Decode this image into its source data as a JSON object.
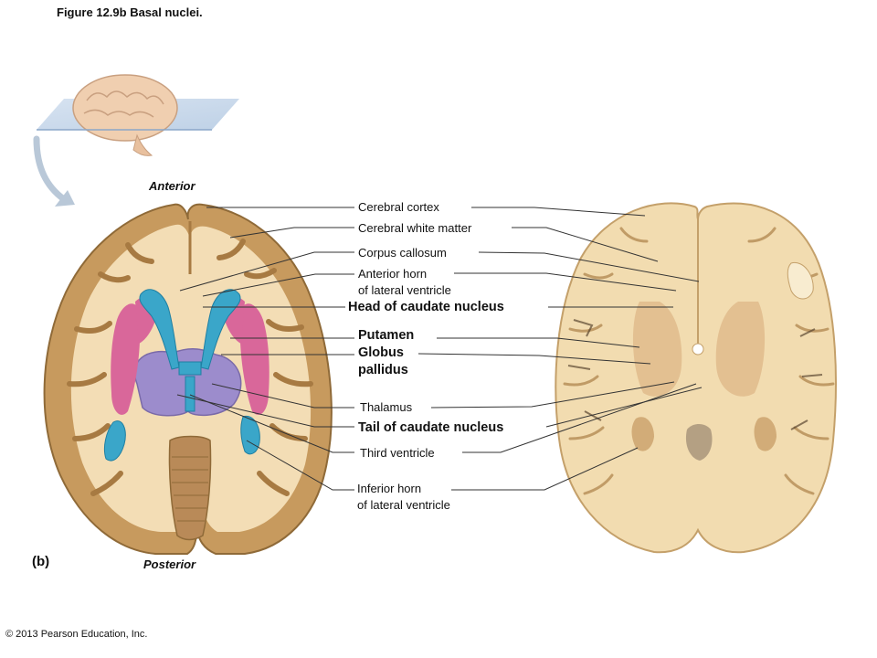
{
  "figure": {
    "title": "Figure 12.9b  Basal nuclei.",
    "panel": "(b)",
    "orientation": {
      "anterior": "Anterior",
      "posterior": "Posterior"
    },
    "copyright": "© 2013 Pearson Education, Inc."
  },
  "labels": {
    "cerebral_cortex": "Cerebral cortex",
    "cerebral_white_matter": "Cerebral white matter",
    "corpus_callosum": "Corpus callosum",
    "anterior_horn_1": "Anterior horn",
    "anterior_horn_2": "of lateral ventricle",
    "head_caudate": "Head of caudate nucleus",
    "putamen": "Putamen",
    "globus_1": "Globus",
    "globus_2": "pallidus",
    "thalamus": "Thalamus",
    "tail_caudate": "Tail of caudate nucleus",
    "third_ventricle": "Third ventricle",
    "inferior_horn_1": "Inferior horn",
    "inferior_horn_2": "of lateral ventricle"
  },
  "colors": {
    "gray_matter": "#c79a5e",
    "white_matter": "#f3ddb5",
    "ventricle": "#3aa6c9",
    "basal_nuclei": "#d9679a",
    "thalamus": "#9c8ccc",
    "leader_line": "#333333"
  }
}
